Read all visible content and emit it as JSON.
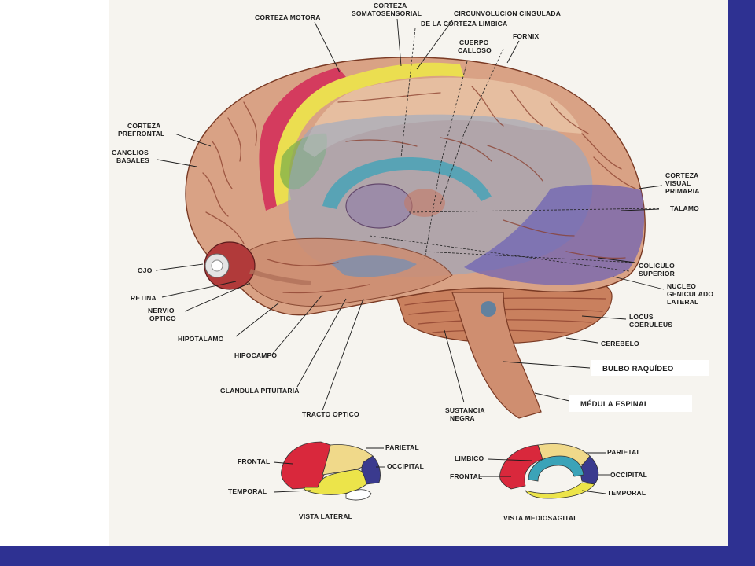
{
  "colors": {
    "frame": "#2e3192",
    "brain": "#d9a285",
    "frontal": "#d9283c",
    "parietal": "#f0d98a",
    "occipital": "#3a3a8e",
    "temporal": "#ece44a",
    "limbic": "#3ba3b8",
    "motor": "#e8e050",
    "somatosensory": "#d3305a",
    "visual": "#6a5fb5",
    "deep": "#8fa7c9"
  },
  "labels": {
    "corteza_motora": "CORTEZA MOTORA",
    "corteza_somatosensorial_1": "CORTEZA",
    "corteza_somatosensorial_2": "SOMATOSENSORIAL",
    "circunvolucion_1": "CIRCUNVOLUCION CINGULADA",
    "circunvolucion_2": "DE LA CORTEZA LIMBICA",
    "fornix": "FORNIX",
    "cuerpo_calloso_1": "CUERPO",
    "cuerpo_calloso_2": "CALLOSO",
    "corteza_prefrontal_1": "CORTEZA",
    "corteza_prefrontal_2": "PREFRONTAL",
    "ganglios_basales_1": "GANGLIOS",
    "ganglios_basales_2": "BASALES",
    "corteza_visual_1": "CORTEZA",
    "corteza_visual_2": "VISUAL",
    "corteza_visual_3": "PRIMARIA",
    "talamo": "TALAMO",
    "ojo": "OJO",
    "coliculo_1": "COLICULO",
    "coliculo_2": "SUPERIOR",
    "retina": "RETINA",
    "nucleo_1": "NUCLEO",
    "nucleo_2": "GENICULADO",
    "nucleo_3": "LATERAL",
    "nervio_optico_1": "NERVIO",
    "nervio_optico_2": "OPTICO",
    "locus_1": "LOCUS",
    "locus_2": "COERULEUS",
    "hipotalamo": "HIPOTALAMO",
    "cerebelo": "CEREBELO",
    "hipocampo": "HIPOCAMPO",
    "bulbo": "BULBO RAQUÍDEO",
    "glandula": "GLANDULA PITUITARIA",
    "medula": "MÉDULA ESPINAL",
    "tracto_optico": "TRACTO OPTICO",
    "sustancia_1": "SUSTANCIA",
    "sustancia_2": "NEGRA"
  },
  "lateral_view": {
    "parietal": "PARIETAL",
    "frontal": "FRONTAL",
    "occipital": "OCCIPITAL",
    "temporal": "TEMPORAL",
    "caption": "VISTA LATERAL"
  },
  "medial_view": {
    "parietal": "PARIETAL",
    "limbico": "LIMBICO",
    "frontal": "FRONTAL",
    "occipital": "OCCIPITAL",
    "temporal": "TEMPORAL",
    "caption": "VISTA MEDIOSAGITAL"
  }
}
